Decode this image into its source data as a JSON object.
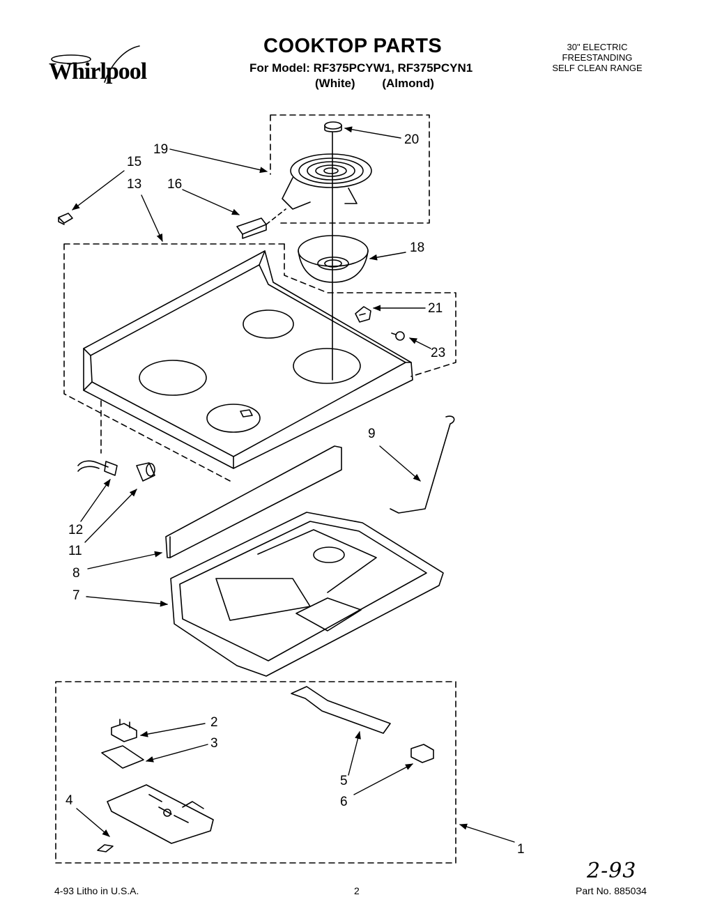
{
  "header": {
    "brand": "Whirlpool",
    "title": "COOKTOP PARTS",
    "model_line": "For Model: RF375PCYW1, RF375PCYN1",
    "colors": [
      "(White)",
      "(Almond)"
    ],
    "appliance_type": [
      "30\" ELECTRIC",
      "FREESTANDING",
      "SELF CLEAN RANGE"
    ]
  },
  "callouts": {
    "c1": "1",
    "c2": "2",
    "c3": "3",
    "c4": "4",
    "c5": "5",
    "c6": "6",
    "c7": "7",
    "c8": "8",
    "c9": "9",
    "c11": "11",
    "c12": "12",
    "c13": "13",
    "c15": "15",
    "c16": "16",
    "c18": "18",
    "c19": "19",
    "c20": "20",
    "c21": "21",
    "c23": "23"
  },
  "footer": {
    "litho": "4-93 Litho in U.S.A.",
    "page_number": "2",
    "part_number": "Part No. 885034",
    "handwritten_date": "2-93"
  }
}
